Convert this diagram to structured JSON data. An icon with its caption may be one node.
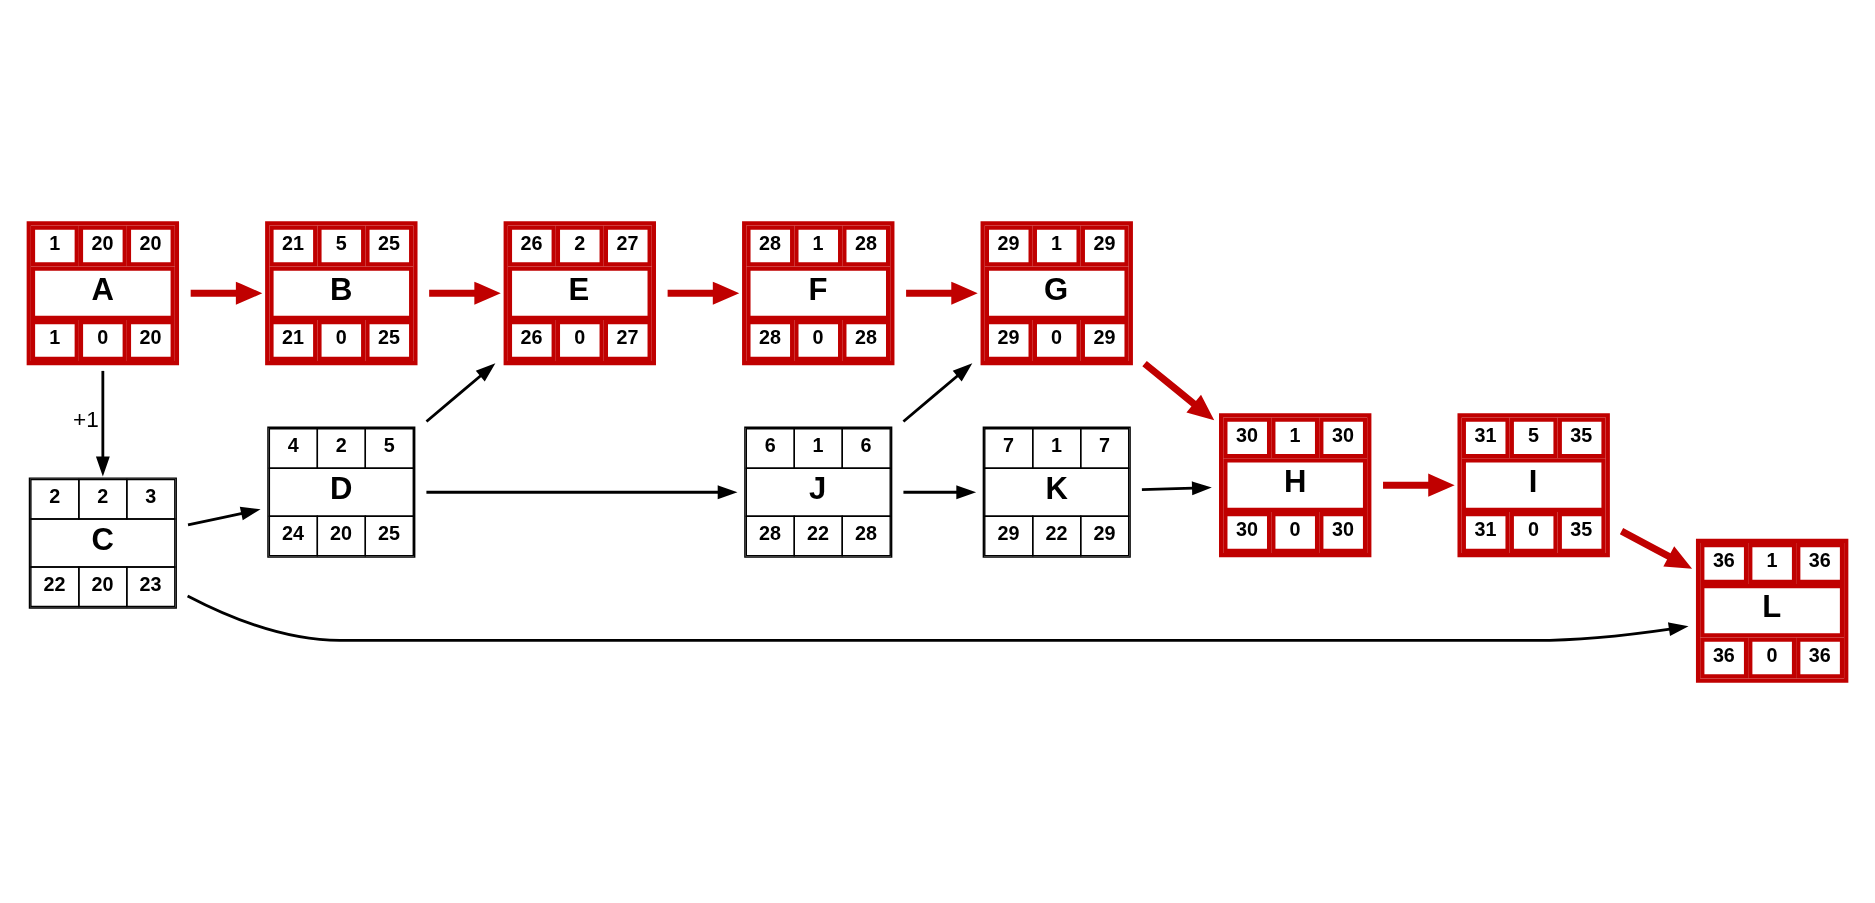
{
  "diagram": {
    "nodes": [
      {
        "text": [
          "1",
          "20",
          "20",
          "A",
          "1",
          "0",
          "20"
        ]
      },
      {
        "text": [
          "21",
          "5",
          "25",
          "B",
          "21",
          "0",
          "25"
        ]
      },
      {
        "text": [
          "2",
          "2",
          "3",
          "C",
          "22",
          "20",
          "23"
        ]
      },
      {
        "text": [
          "4",
          "2",
          "5",
          "D",
          "24",
          "20",
          "25"
        ]
      },
      {
        "text": [
          "26",
          "2",
          "27",
          "E",
          "26",
          "0",
          "27"
        ]
      },
      {
        "text": [
          "28",
          "1",
          "28",
          "F",
          "28",
          "0",
          "28"
        ]
      },
      {
        "text": [
          "29",
          "1",
          "29",
          "G",
          "29",
          "0",
          "29"
        ]
      },
      {
        "text": [
          "30",
          "1",
          "30",
          "H",
          "30",
          "0",
          "30"
        ]
      },
      {
        "text": [
          "31",
          "5",
          "35",
          "I",
          "31",
          "0",
          "35"
        ]
      },
      {
        "text": [
          "6",
          "1",
          "6",
          "J",
          "28",
          "22",
          "28"
        ]
      },
      {
        "text": [
          "7",
          "1",
          "7",
          "K",
          "29",
          "22",
          "29"
        ]
      },
      {
        "text": [
          "36",
          "1",
          "36",
          "L",
          "36",
          "0",
          "36"
        ]
      }
    ],
    "edges": [
      {
        "from": 0,
        "to": 1,
        "arrow": "to",
        "style": "thick",
        "color": "#c00000"
      },
      {
        "from": 0,
        "to": 2,
        "arrow": "to",
        "label": "+1"
      },
      {
        "from": 1,
        "to": 4,
        "arrow": "to",
        "style": "thick",
        "color": "#c00000"
      },
      {
        "from": 2,
        "to": 3,
        "arrow": "to"
      },
      {
        "from": 2,
        "to": 11,
        "arrow": "to"
      },
      {
        "from": 3,
        "to": 4,
        "arrow": "to"
      },
      {
        "from": 3,
        "to": 9,
        "arrow": "to"
      },
      {
        "from": 4,
        "to": 5,
        "arrow": "to",
        "style": "thick",
        "color": "#c00000"
      },
      {
        "from": 5,
        "to": 6,
        "arrow": "to",
        "style": "thick",
        "color": "#c00000"
      },
      {
        "from": 6,
        "to": 7,
        "arrow": "to",
        "style": "thick",
        "color": "#c00000"
      },
      {
        "from": 7,
        "to": 8,
        "arrow": "to",
        "style": "thick",
        "color": "#c00000"
      },
      {
        "from": 8,
        "to": 11,
        "arrow": "to",
        "style": "thick",
        "color": "#c00000"
      },
      {
        "from": 9,
        "to": 6,
        "arrow": "to"
      },
      {
        "from": 9,
        "to": 10,
        "arrow": "to"
      },
      {
        "from": 10,
        "to": 7,
        "arrow": "to"
      }
    ]
  }
}
